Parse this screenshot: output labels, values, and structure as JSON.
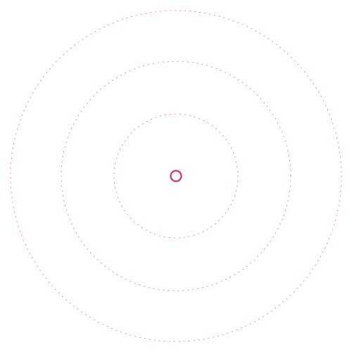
{
  "colors": {
    "background": "#ffffff",
    "accent": "#d6336c",
    "ring": "#e8839f"
  },
  "rings": {
    "count": 3,
    "style": "dotted"
  },
  "center_marker": {
    "icon": "target-circle-icon",
    "style": "hollow-circle"
  }
}
